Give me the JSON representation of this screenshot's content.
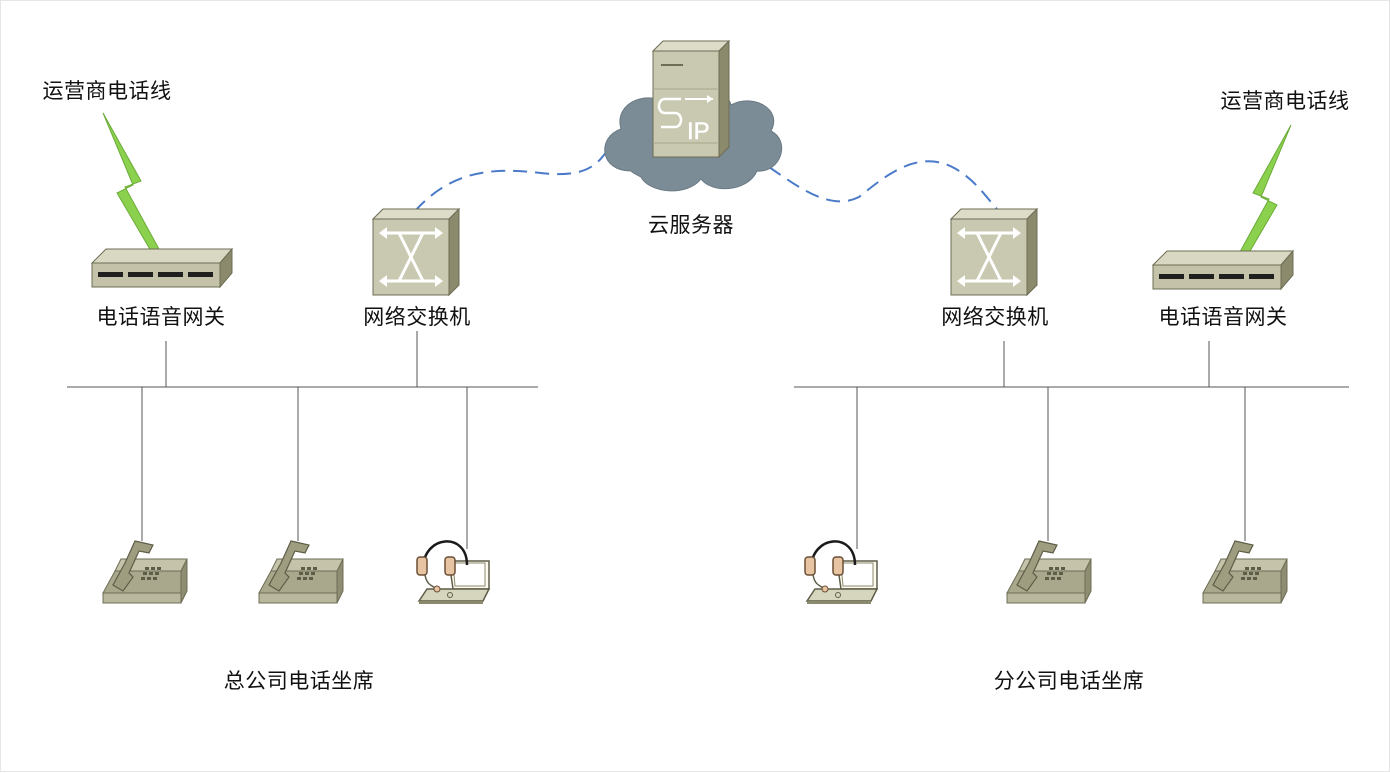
{
  "labels": {
    "carrier_line_left": "运营商电话线",
    "carrier_line_right": "运营商电话线",
    "voice_gateway_left": "电话语音网关",
    "voice_gateway_right": "电话语音网关",
    "switch_left": "网络交换机",
    "switch_right": "网络交换机",
    "cloud_server": "云服务器",
    "hq_seats": "总公司电话坐席",
    "branch_seats": "分公司电话坐席"
  },
  "server_badge": {
    "s": "S",
    "ip": "IP"
  },
  "colors": {
    "device_face": "#c9c8b0",
    "device_dark": "#8b8a6c",
    "cloud": "#7c8c97",
    "link_dashed": "#4a7ac8",
    "lightning": "#7fc64a",
    "line": "#555555"
  },
  "icons": [
    "lightning-icon",
    "voice-gateway-icon",
    "network-switch-icon",
    "sip-server-icon",
    "cloud-icon",
    "desk-phone-icon",
    "headset-laptop-icon"
  ]
}
